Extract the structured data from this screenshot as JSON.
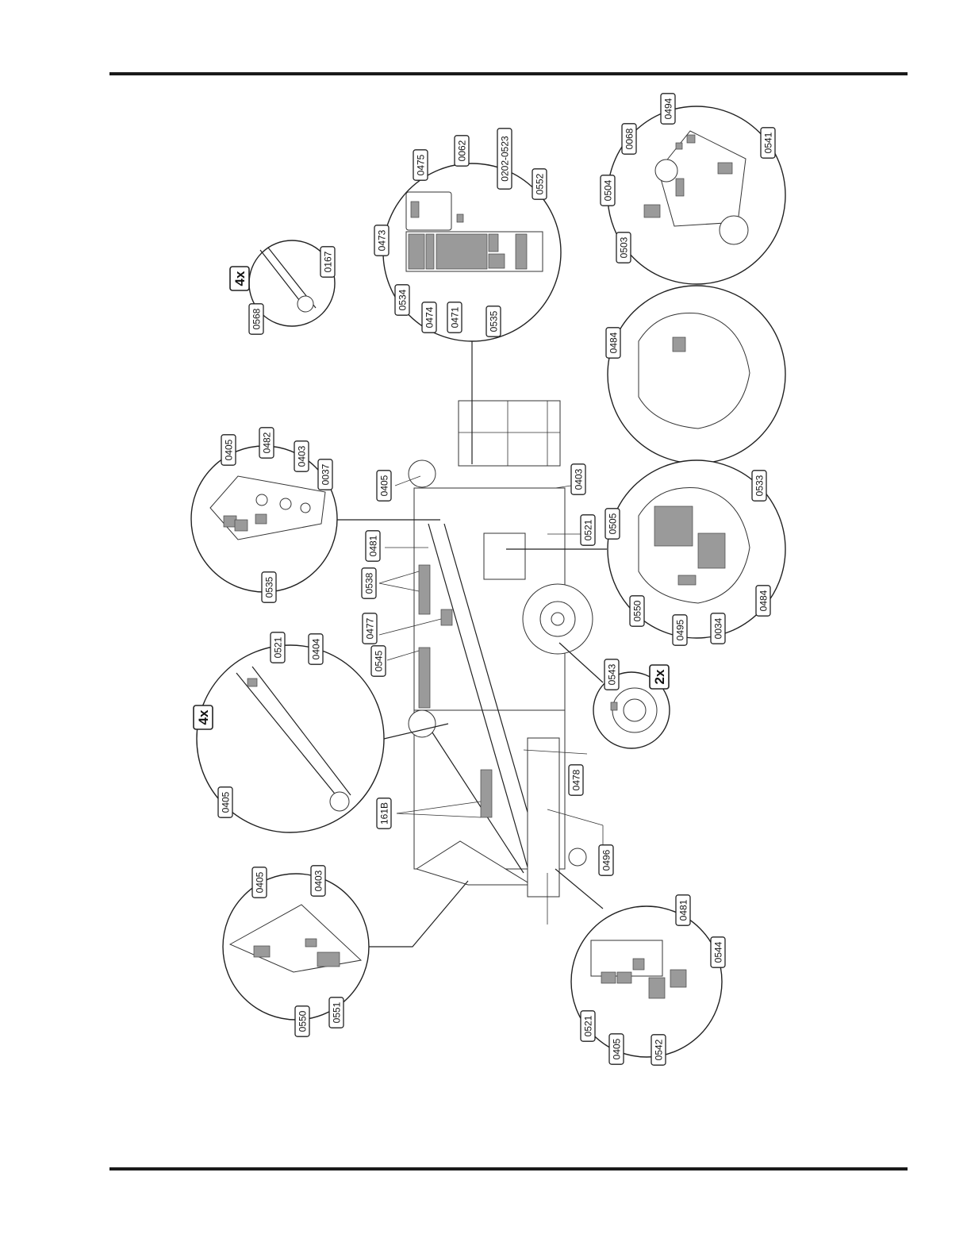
{
  "callouts": [
    {
      "id": "c01",
      "label": "0405"
    },
    {
      "id": "c02",
      "label": "0482"
    },
    {
      "id": "c03",
      "label": "0403"
    },
    {
      "id": "c04",
      "label": "0037"
    },
    {
      "id": "c05",
      "label": "0535"
    },
    {
      "id": "c06",
      "label": "0568"
    },
    {
      "id": "c07",
      "label": "0167"
    },
    {
      "id": "c08",
      "label": "0473"
    },
    {
      "id": "c09",
      "label": "0475"
    },
    {
      "id": "c10",
      "label": "0062"
    },
    {
      "id": "c11",
      "label": "0202-0523"
    },
    {
      "id": "c12",
      "label": "0552"
    },
    {
      "id": "c13",
      "label": "0534"
    },
    {
      "id": "c14",
      "label": "0474"
    },
    {
      "id": "c15",
      "label": "0471"
    },
    {
      "id": "c16",
      "label": "0535"
    },
    {
      "id": "c17",
      "label": "0494"
    },
    {
      "id": "c18",
      "label": "0068"
    },
    {
      "id": "c19",
      "label": "0541"
    },
    {
      "id": "c20",
      "label": "0504"
    },
    {
      "id": "c21",
      "label": "0503"
    },
    {
      "id": "c22",
      "label": "0484"
    },
    {
      "id": "c23",
      "label": "0405"
    },
    {
      "id": "c24",
      "label": "0403"
    },
    {
      "id": "c25",
      "label": "0481"
    },
    {
      "id": "c26",
      "label": "0538"
    },
    {
      "id": "c27",
      "label": "0521"
    },
    {
      "id": "c28",
      "label": "0505"
    },
    {
      "id": "c29",
      "label": "0533"
    },
    {
      "id": "c30",
      "label": "0477"
    },
    {
      "id": "c31",
      "label": "0545"
    },
    {
      "id": "c32",
      "label": "0550"
    },
    {
      "id": "c33",
      "label": "0495"
    },
    {
      "id": "c34",
      "label": "0034"
    },
    {
      "id": "c35",
      "label": "0484"
    },
    {
      "id": "c36",
      "label": "0521"
    },
    {
      "id": "c37",
      "label": "0404"
    },
    {
      "id": "c38",
      "label": "0405"
    },
    {
      "id": "c39",
      "label": "0543"
    },
    {
      "id": "c40",
      "label": "0478"
    },
    {
      "id": "c41",
      "label": "161B"
    },
    {
      "id": "c42",
      "label": "0496"
    },
    {
      "id": "c43",
      "label": "0405"
    },
    {
      "id": "c44",
      "label": "0403"
    },
    {
      "id": "c45",
      "label": "0550"
    },
    {
      "id": "c46",
      "label": "0551"
    },
    {
      "id": "c47",
      "label": "0481"
    },
    {
      "id": "c48",
      "label": "0544"
    },
    {
      "id": "c49",
      "label": "0521"
    },
    {
      "id": "c50",
      "label": "0405"
    },
    {
      "id": "c51",
      "label": "0542"
    }
  ],
  "multipliers": [
    {
      "id": "m1",
      "label": "4x"
    },
    {
      "id": "m2",
      "label": "4x"
    },
    {
      "id": "m3",
      "label": "2x"
    }
  ]
}
